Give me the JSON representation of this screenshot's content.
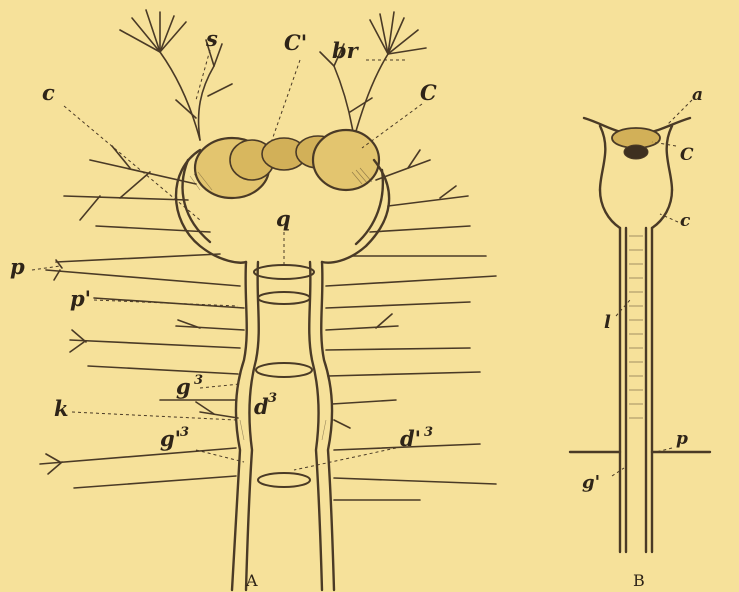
{
  "figure_a": {
    "caption": "A",
    "labels": {
      "s": "s",
      "c_prime": "C'",
      "br": "br",
      "c_upper": "C",
      "c_lower": "c",
      "q": "q",
      "p": "p",
      "p_prime": "p'",
      "g3": "g",
      "g3_sup": "3",
      "k": "k",
      "d3": "d",
      "d3_sup": "3",
      "g_prime3": "g'",
      "g_prime3_sup": "3",
      "d_prime3": "d'",
      "d_prime3_sup": "3"
    }
  },
  "figure_b": {
    "caption": "B",
    "labels": {
      "a": "a",
      "c_upper": "C",
      "c_lower": "c",
      "l": "l",
      "p": "p",
      "g_prime": "g'"
    }
  },
  "colors": {
    "background": "#f6e19a",
    "ink": "#4a3a26"
  }
}
